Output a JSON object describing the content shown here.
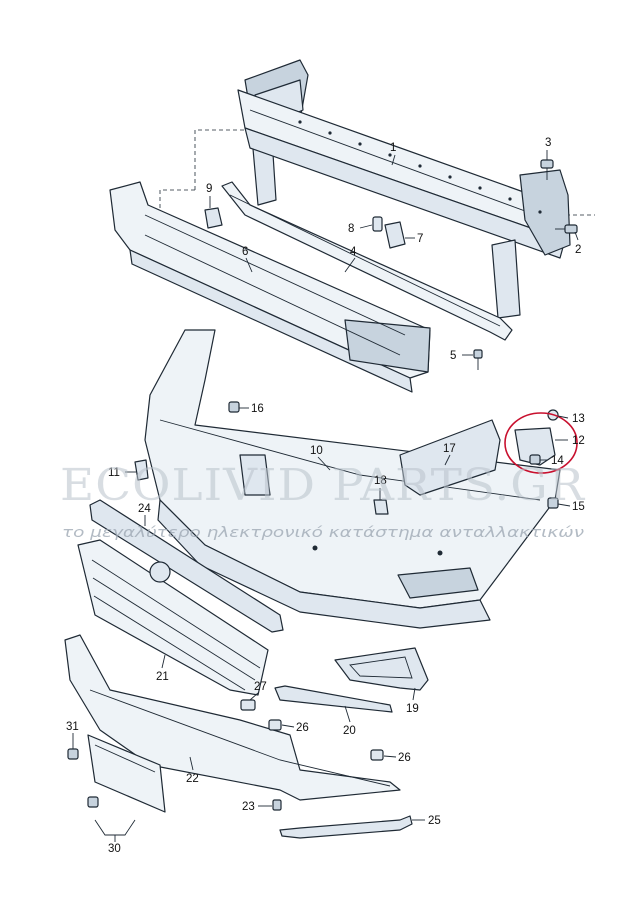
{
  "diagram": {
    "callouts": {
      "c1": "1",
      "c2": "2",
      "c3": "3",
      "c4": "4",
      "c5": "5",
      "c6": "6",
      "c7": "7",
      "c8": "8",
      "c9": "9",
      "c10": "10",
      "c11": "11",
      "c12": "12",
      "c13": "13",
      "c14": "14",
      "c15": "15",
      "c16": "16",
      "c17": "17",
      "c18": "18",
      "c19": "19",
      "c20": "20",
      "c21": "21",
      "c22": "22",
      "c23": "23",
      "c24": "24",
      "c25": "25",
      "c26a": "26",
      "c26b": "26",
      "c27": "27",
      "c30": "30",
      "c31": "31"
    },
    "highlight_color": "#c8102e"
  },
  "watermark": {
    "title": "ECOLIVID PARTS.GR",
    "subtitle": "το μεγαλύτερο ηλεκτρονικό κατάστημα ανταλλακτικών"
  }
}
